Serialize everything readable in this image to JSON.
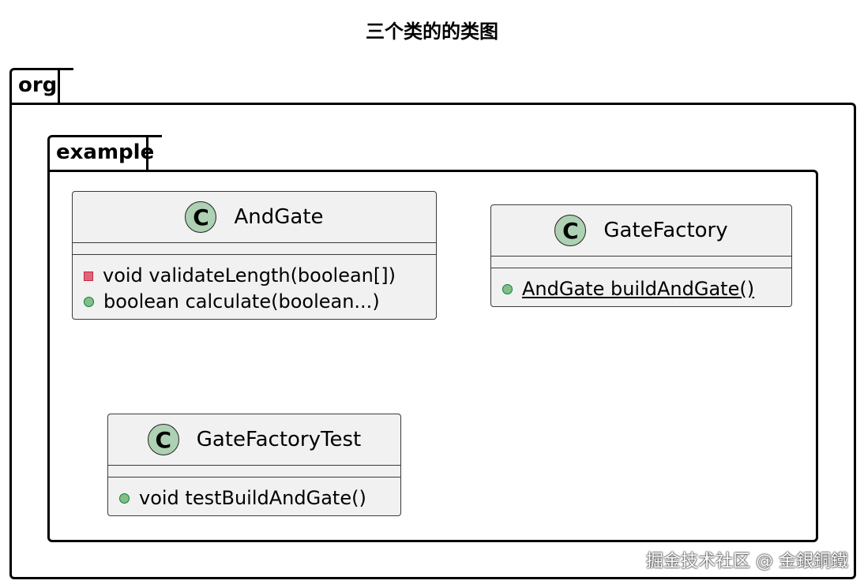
{
  "diagram": {
    "title": "三个类的的类图",
    "packages": {
      "outer": "org",
      "inner": "example"
    },
    "classes": {
      "andgate": {
        "badge": "C",
        "name": "AndGate",
        "methods": [
          {
            "visibility": "private",
            "text": "void validateLength(boolean[])"
          },
          {
            "visibility": "public",
            "text": "boolean calculate(boolean...)"
          }
        ]
      },
      "gatefactory": {
        "badge": "C",
        "name": "GateFactory",
        "methods": [
          {
            "visibility": "public",
            "static": true,
            "text": "AndGate buildAndGate()"
          }
        ]
      },
      "gatefactorytest": {
        "badge": "C",
        "name": "GateFactoryTest",
        "methods": [
          {
            "visibility": "public",
            "text": "void testBuildAndGate()"
          }
        ]
      }
    }
  },
  "watermark": "掘金技术社区 @ 金銀銅鐵",
  "colors": {
    "class_bg": "#f1f1f1",
    "class_badge": "#add1b2",
    "private_marker": "#e06677",
    "public_marker": "#84be84"
  }
}
